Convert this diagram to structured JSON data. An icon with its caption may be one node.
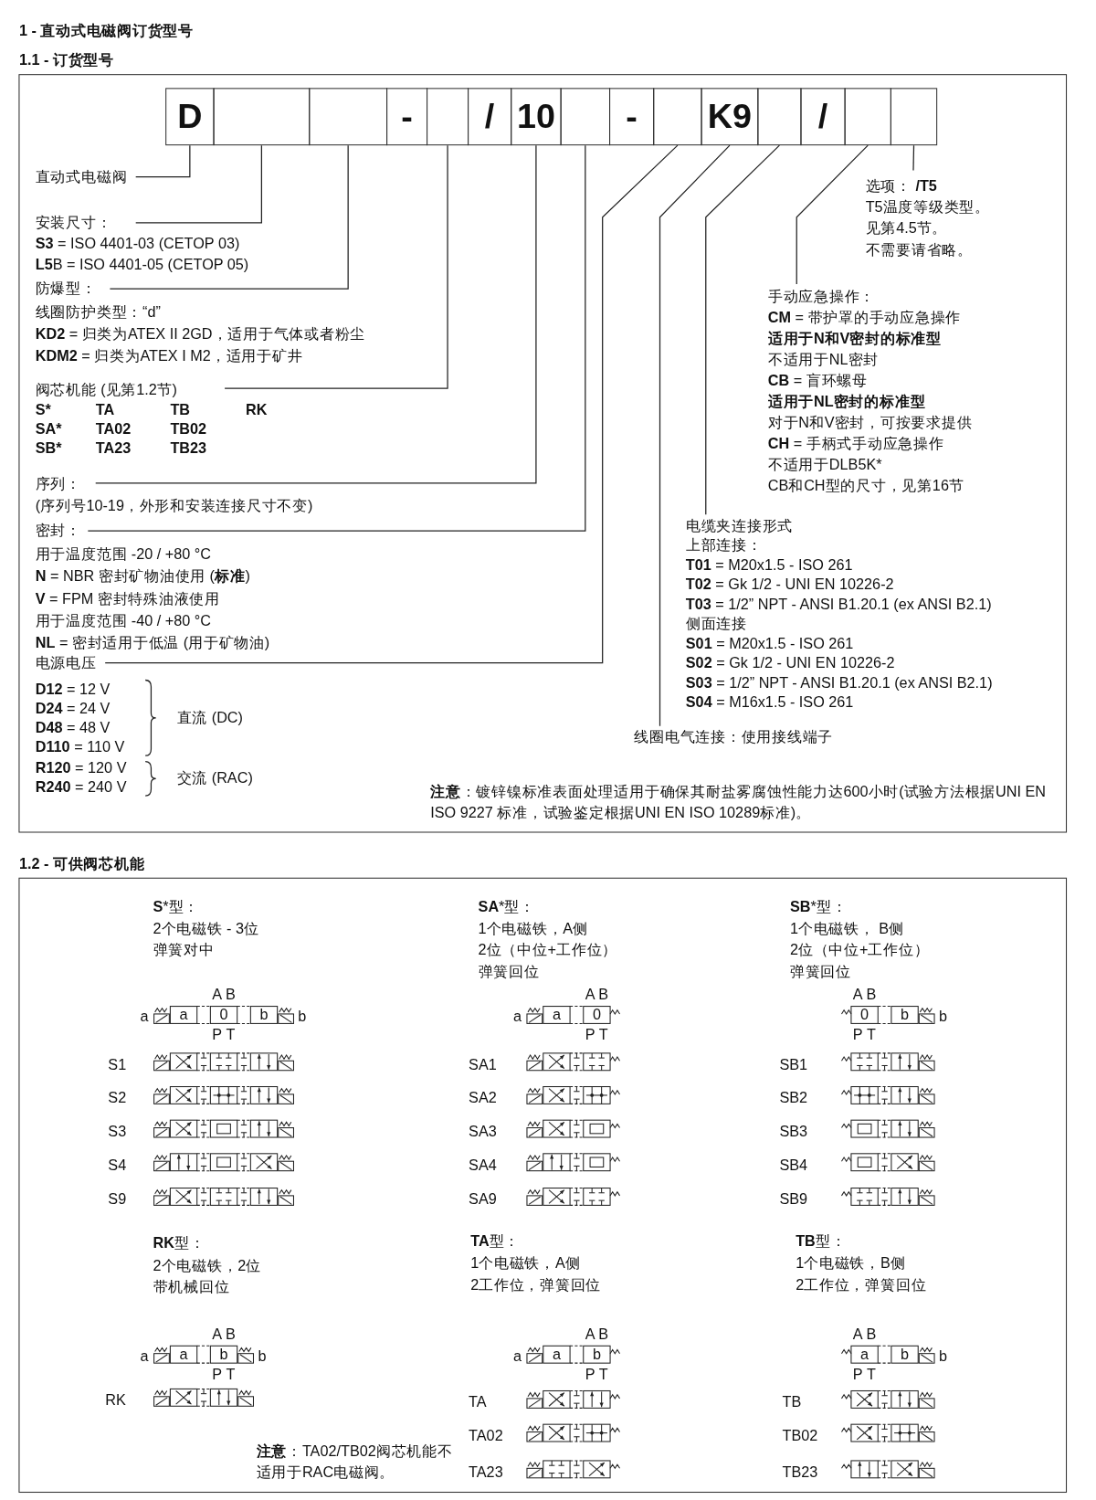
{
  "diagram": {
    "title": "1 - 直动式电磁阀订货型号",
    "nodes": [
      {
        "text": [
          "D"
        ]
      },
      {
        "text": [],
        "shape": "box"
      },
      {
        "text": [],
        "shape": "box"
      },
      {
        "text": [
          "-"
        ]
      },
      {
        "text": [],
        "shape": "box"
      },
      {
        "text": [
          "/"
        ]
      },
      {
        "text": [
          "10"
        ]
      },
      {
        "text": [],
        "shape": "box"
      },
      {
        "text": [
          "-"
        ]
      },
      {
        "text": [],
        "shape": "box"
      },
      {
        "text": [
          "K9"
        ]
      },
      {
        "text": [],
        "shape": "box"
      },
      {
        "text": [
          "/"
        ]
      },
      {
        "text": [],
        "shape": "box"
      },
      {
        "text": [],
        "shape": "box"
      },
      {
        "text": [
          "直动式电磁阀"
        ]
      },
      {
        "text": [
          "选项： **/T5**",
          "T5温度等级类型。",
          "见第4.5节。",
          "不需要请省略。"
        ]
      },
      {
        "text": [
          "安装尺寸：",
          "**S3** = ISO 4401-03 (CETOP 03)",
          "**L5**B = ISO 4401-05 (CETOP 05)"
        ]
      },
      {
        "text": [
          "防爆型：",
          "线圈防护类型：“d”",
          "**KD2** = 归类为ATEX II 2GD，适用于气体或者粉尘",
          "**KDM2** = 归类为ATEX I M2，适用于矿井"
        ]
      },
      {
        "text": [
          "手动应急操作：",
          "**CM** = 带护罩的手动应急操作",
          "适用于N和V密封的标准型",
          "不适用于NL密封",
          "**CB** = 盲环螺母",
          "适用于NL密封的标准型",
          "对于N和V密封，可按要求提供",
          "**CH** = 手柄式手动应急操作",
          "不适用于DLB5K*",
          "CB和CH型的尺寸，见第16节"
        ]
      },
      {
        "text": [
          "阀芯机能 (见第1.2节)",
          "S*",
          "TA",
          "TB",
          "RK",
          "SA*",
          "TA02",
          "TB02",
          "SB*",
          "TA23",
          "TB23"
        ]
      },
      {
        "text": [
          "序列：",
          "(序列号10-19，外形和安装连接尺寸不变)"
        ]
      },
      {
        "text": [
          "密封：",
          "用于温度范围 -20 / +80 °C",
          "**N** = NBR 密封矿物油使用 (**标准**)",
          "**V** = FPM 密封特殊油液使用",
          "用于温度范围 -40 / +80 °C",
          "**NL** = 密封适用于低温 (用于矿物油)"
        ]
      },
      {
        "text": [
          "电缆夹连接形式",
          "上部连接：",
          "**T01** = M20x1.5 - ISO 261",
          "**T02** = Gk 1/2 - UNI EN 10226-2",
          "**T03** = 1/2” NPT - ANSI B1.20.1 (ex ANSI B2.1)",
          "侧面连接",
          "**S01** = M20x1.5 - ISO 261",
          "**S02** = Gk 1/2 - UNI EN 10226-2",
          "**S03** = 1/2” NPT - ANSI B1.20.1 (ex ANSI B2.1)",
          "**S04** = M16x1.5 - ISO 261"
        ]
      },
      {
        "text": [
          "电源电压",
          "**D12** = 12 V",
          "**D24** = 24 V",
          "**D48** = 48 V",
          "**D110** = 110 V",
          "**R120** = 120 V",
          "**R240** = 240 V"
        ]
      },
      {
        "text": [
          "线圈电气连接：使用接线端子"
        ]
      }
    ],
    "edges": [
      {
        "from": 15,
        "to": 0,
        "arrow": "none"
      },
      {
        "from": 16,
        "to": 14,
        "arrow": "none"
      },
      {
        "from": 17,
        "to": 1,
        "arrow": "none"
      },
      {
        "from": 18,
        "to": 2,
        "arrow": "none"
      },
      {
        "from": 19,
        "to": 13,
        "arrow": "none"
      },
      {
        "from": 20,
        "to": 4,
        "arrow": "none"
      },
      {
        "from": 21,
        "to": 6,
        "arrow": "none"
      },
      {
        "from": 22,
        "to": 7,
        "arrow": "none"
      },
      {
        "from": 23,
        "to": 11,
        "arrow": "none"
      },
      {
        "from": 24,
        "to": 9,
        "arrow": "none"
      },
      {
        "from": 25,
        "to": 10,
        "arrow": "none"
      }
    ],
    "labels": [
      "1.1 - 订货型号",
      "直流 (DC)",
      "交流 (RAC)",
      "**注意**：镀锌镍标准表面处理适用于确保其耐盐雾腐蚀性能力达600小时(试验方法根据UNI EN ISO 9227 标准，试验鉴定根据UNI EN ISO 10289标准)。",
      "1.2 - 可供阀芯机能",
      "**S***型：",
      "2个电磁铁 - 3位",
      "弹簧对中",
      "A",
      "B",
      "a",
      "a",
      "0",
      "b",
      "b",
      "P",
      "T",
      "S1",
      "S2",
      "S3",
      "S4",
      "S9",
      "**SA***型：",
      "1个电磁铁，A侧",
      "2位（中位+工作位）",
      "弹簧回位",
      "A",
      "B",
      "a",
      "a",
      "0",
      "P",
      "T",
      "SA1",
      "SA2",
      "SA3",
      "SA4",
      "SA9",
      "**SB***型：",
      "1个电磁铁， B侧",
      "2位（中位+工作位）",
      "弹簧回位",
      "A",
      "B",
      "0",
      "b",
      "b",
      "P",
      "T",
      "SB1",
      "SB2",
      "SB3",
      "SB4",
      "SB9",
      "**RK**型：",
      "2个电磁铁，2位",
      "带机械回位",
      "A",
      "B",
      "a",
      "a",
      "b",
      "b",
      "P",
      "T",
      "RK",
      "**TA**型：",
      "1个电磁铁，A侧",
      "2工作位，弹簧回位",
      "A",
      "B",
      "a",
      "a",
      "b",
      "P",
      "T",
      "TA",
      "TA02",
      "TA23",
      "**TB**型：",
      "1个电磁铁，B侧",
      "2工作位，弹簧回位",
      "A",
      "B",
      "a",
      "b",
      "b",
      "P",
      "T",
      "TB",
      "TB02",
      "TB23",
      "**注意**：TA02/TB02阀芯机能不适用于RAC电磁阀。"
    ]
  }
}
